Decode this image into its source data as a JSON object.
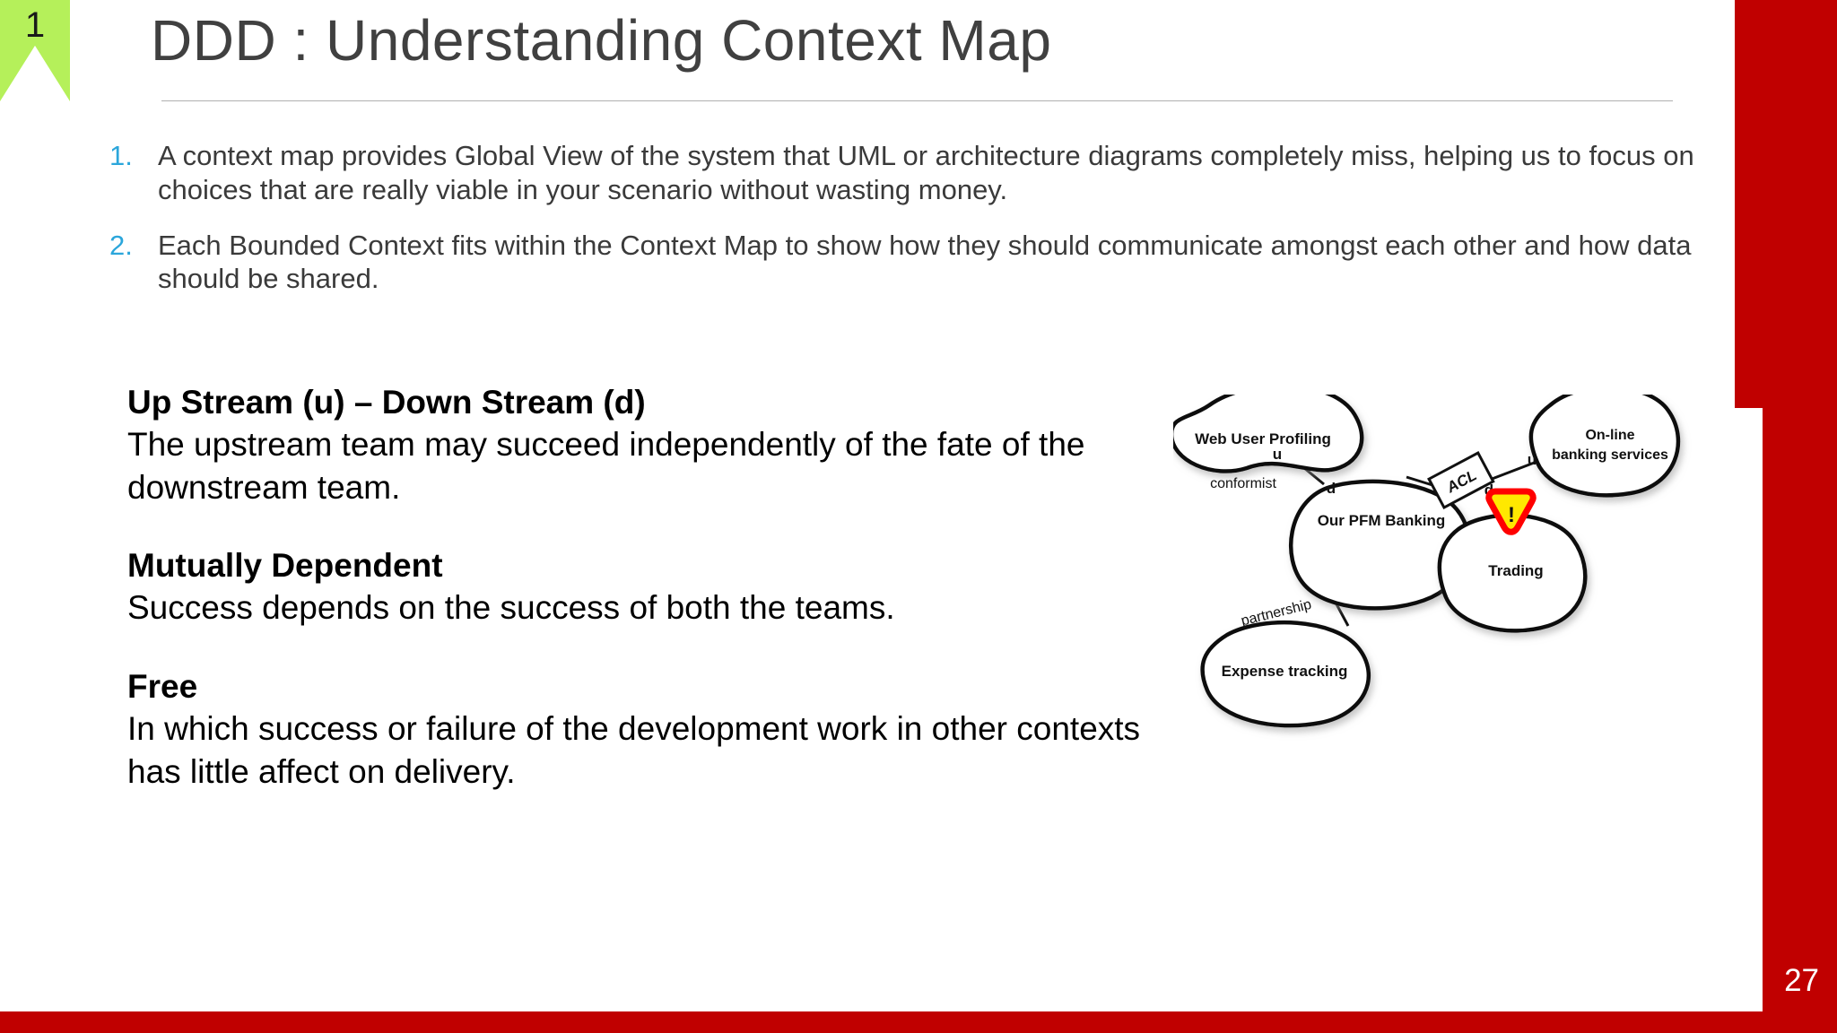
{
  "slide": {
    "number_badge": "1",
    "page_number": "27",
    "title": "DDD : Understanding Context Map",
    "accent_color": "#C00000",
    "ribbon_color": "#B5F05A",
    "list_marker_color": "#2BA6DB",
    "title_color": "#404040"
  },
  "numbered_list": [
    {
      "marker": "1.",
      "text": "A context map provides Global View of the system that UML or architecture diagrams completely miss, helping us to focus on choices that are really viable in your scenario without wasting money."
    },
    {
      "marker": "2.",
      "text": "Each Bounded Context fits within the Context Map to show how they should communicate amongst each other and how data should be shared."
    }
  ],
  "blocks": [
    {
      "heading": "Up Stream (u) – Down Stream (d)",
      "body": "The upstream team may succeed independently of the fate of the downstream team."
    },
    {
      "heading": "Mutually Dependent",
      "body": "Success depends on the success of both the teams."
    },
    {
      "heading": "Free",
      "body": "In which success or failure of the development work in other contexts has little affect on delivery."
    }
  ],
  "diagram": {
    "name": "context-map-diagram",
    "contexts": [
      {
        "id": "web-user-profiling",
        "label": "Web User Profiling"
      },
      {
        "id": "online-banking-services",
        "label_line1": "On-line",
        "label_line2": "banking services"
      },
      {
        "id": "our-pfm-banking",
        "label": "Our PFM Banking"
      },
      {
        "id": "trading",
        "label": "Trading"
      },
      {
        "id": "expense-tracking",
        "label": "Expense tracking"
      }
    ],
    "relationship_labels": [
      {
        "id": "conformist",
        "label": "conformist"
      },
      {
        "id": "acl",
        "label": "ACL"
      },
      {
        "id": "partnership",
        "label": "partnership"
      }
    ],
    "stream_markers": [
      {
        "id": "u-web-user-profiling",
        "label": "u"
      },
      {
        "id": "d-our-pfm-banking",
        "label": "d"
      },
      {
        "id": "u-online-banking",
        "label": "u"
      },
      {
        "id": "d-trading",
        "label": "d"
      }
    ],
    "warning": {
      "id": "warning-triangle",
      "label": "!",
      "fill": "#FFE800",
      "stroke": "#FF0000"
    }
  }
}
